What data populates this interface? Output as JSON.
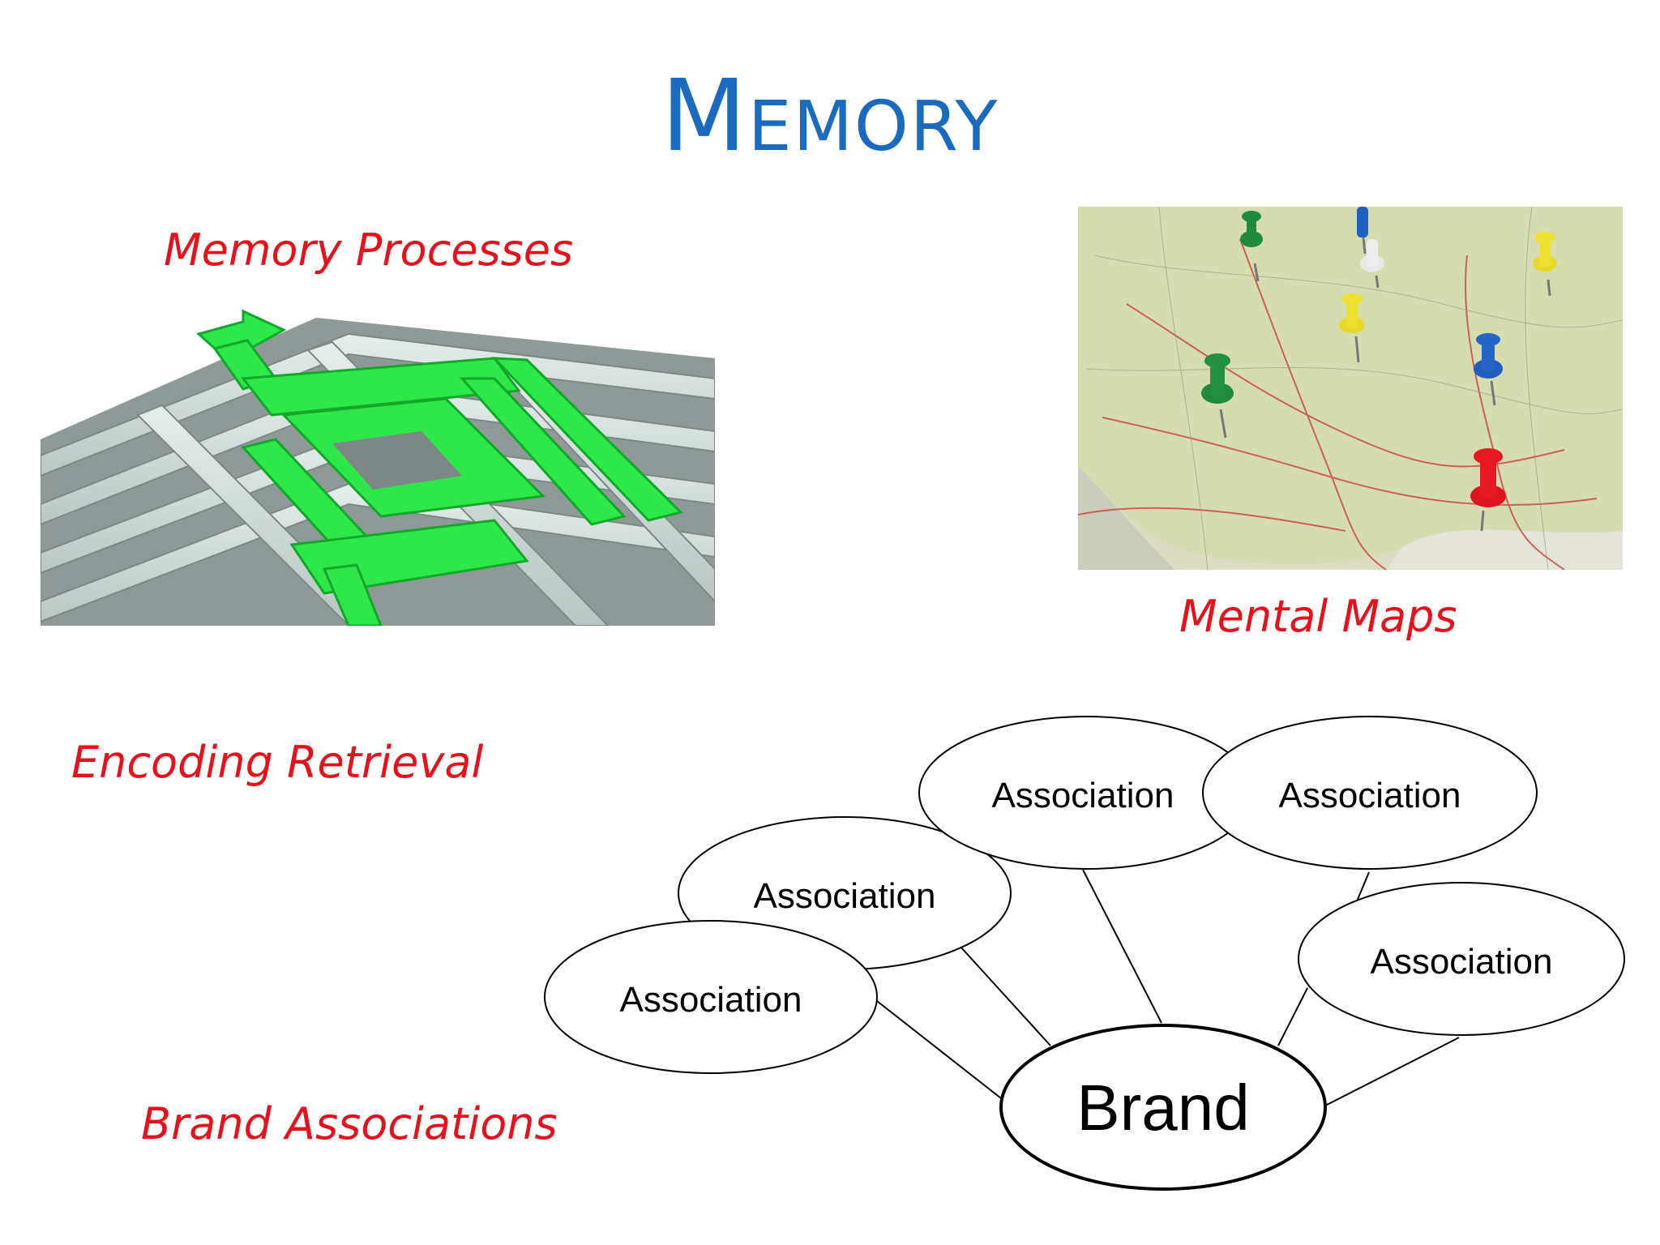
{
  "slide": {
    "title": "Memory",
    "title_color": "#1a6bbf",
    "caption_color": "#e8101a"
  },
  "captions": {
    "memory_processes": "Memory Processes",
    "mental_maps": "Mental Maps",
    "encoding_retrieval": "Encoding Retrieval",
    "brand_associations": "Brand Associations"
  },
  "images": {
    "maze": "maze-icon",
    "map": "map-with-pushpins-icon"
  },
  "diagram": {
    "center_label": "Brand",
    "association_labels": [
      "Association",
      "Association",
      "Association",
      "Association",
      "Association"
    ]
  }
}
